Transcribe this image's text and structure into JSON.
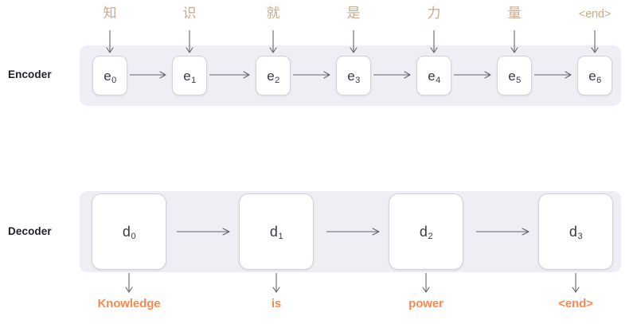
{
  "diagram": {
    "title": "Encoder-Decoder sequence to sequence diagram",
    "colors": {
      "band": "#eeeef4",
      "cell_border": "#d2d2da",
      "cell_fill": "#ffffff",
      "input_token": "#c9ab8d",
      "output_token": "#f58a50",
      "arrow": "#63636e",
      "row_label": "#1f1f28",
      "background": "#ffffff"
    }
  },
  "encoder": {
    "row_label": "Encoder",
    "cells": [
      {
        "base": "e",
        "sub": "0"
      },
      {
        "base": "e",
        "sub": "1"
      },
      {
        "base": "e",
        "sub": "2"
      },
      {
        "base": "e",
        "sub": "3"
      },
      {
        "base": "e",
        "sub": "4"
      },
      {
        "base": "e",
        "sub": "5"
      },
      {
        "base": "e",
        "sub": "6"
      }
    ],
    "input_tokens": [
      "知",
      "识",
      "就",
      "是",
      "力",
      "量",
      "<end>"
    ]
  },
  "decoder": {
    "row_label": "Decoder",
    "cells": [
      {
        "base": "d",
        "sub": "0"
      },
      {
        "base": "d",
        "sub": "1"
      },
      {
        "base": "d",
        "sub": "2"
      },
      {
        "base": "d",
        "sub": "3"
      }
    ],
    "output_tokens": [
      "Knowledge",
      "is",
      "power",
      "<end>"
    ]
  }
}
